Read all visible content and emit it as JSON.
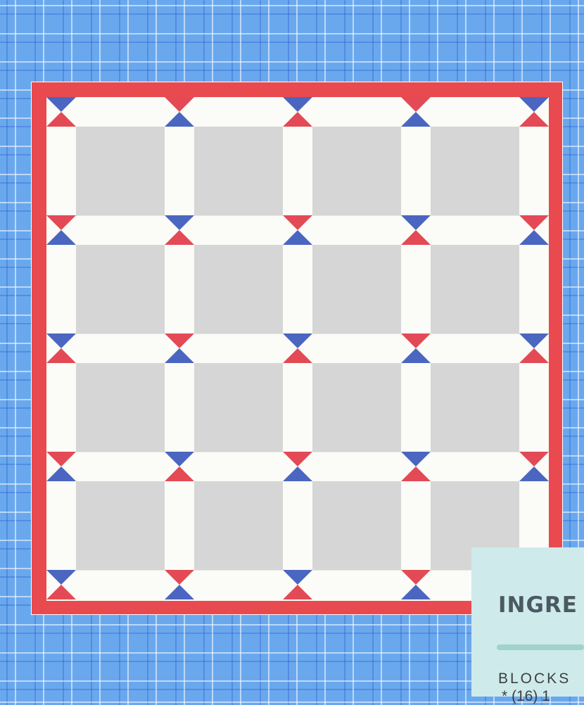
{
  "quilt": {
    "layout": "4 x 4 blocks with sashing and hourglass cornerstones",
    "colors": {
      "background_print": "#6aa8ee",
      "border": "#e84a4f",
      "sashing": "#fbfbf7",
      "block_center": "#d6d6d6",
      "cornerstone_red": "#e34a55",
      "cornerstone_blue": "#4a66c0"
    }
  },
  "ingredients": {
    "heading": "INGRE",
    "section_label": "BLOCKS",
    "first_item": "*  (16) 1",
    "colors": {
      "card_bg": "#cfeaea",
      "rule": "#9fd3cc",
      "heading_text": "#4b5963"
    }
  }
}
